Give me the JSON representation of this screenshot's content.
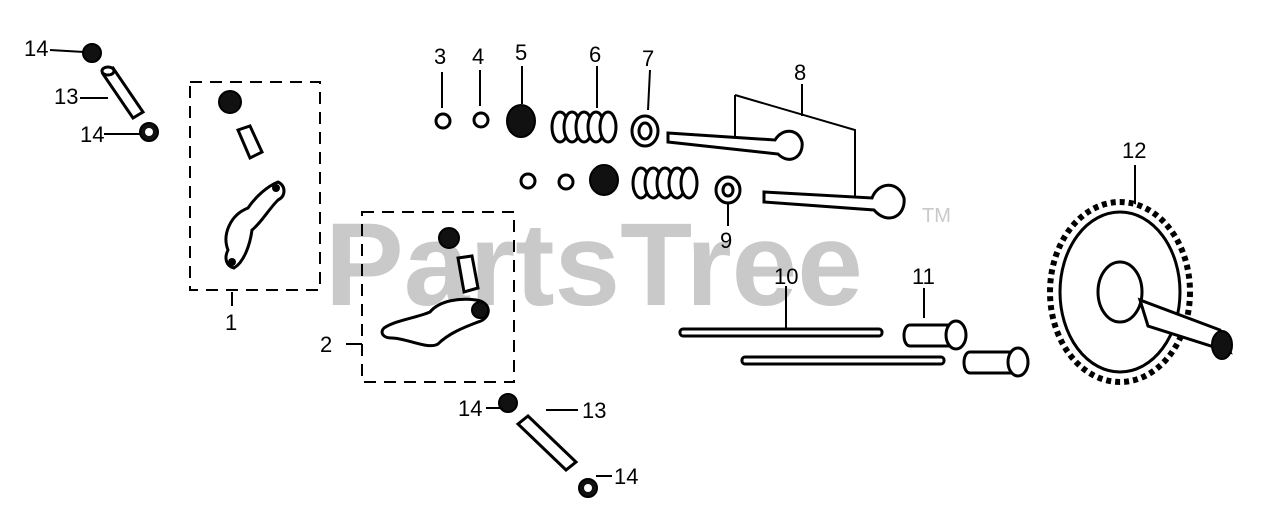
{
  "watermark": {
    "text": "PartsTree",
    "trademark": "TM"
  },
  "callouts": {
    "c1": "1",
    "c2": "2",
    "c3": "3",
    "c4": "4",
    "c5": "5",
    "c6": "6",
    "c7": "7",
    "c8": "8",
    "c9": "9",
    "c10": "10",
    "c11": "11",
    "c12": "12",
    "c13a": "13",
    "c13b": "13",
    "c14a": "14",
    "c14b": "14",
    "c14c": "14",
    "c14d": "14"
  }
}
